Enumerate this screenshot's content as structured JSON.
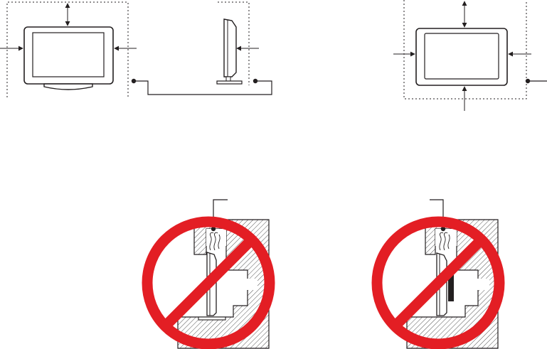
{
  "figure": {
    "panels": [
      {
        "id": "stand-front",
        "subject": "tv-on-stand-front-view",
        "clearance_sides": [
          "top",
          "left",
          "right"
        ]
      },
      {
        "id": "stand-side",
        "subject": "tv-on-stand-side-view",
        "clearance_sides": [
          "back"
        ]
      },
      {
        "id": "wall-mount",
        "subject": "tv-wall-mounted-front-view",
        "clearance_sides": [
          "top",
          "left",
          "right",
          "bottom"
        ]
      },
      {
        "id": "prohibited-stand",
        "subject": "tv-on-stand-enclosed-in-cabinet",
        "status": "prohibited"
      },
      {
        "id": "prohibited-wall",
        "subject": "tv-wall-mounted-enclosed-in-recess",
        "status": "prohibited"
      }
    ],
    "colors": {
      "line": "#231f20",
      "prohibition": "#e31e24",
      "hatch": "#555555",
      "background": "#ffffff"
    },
    "icons": [
      "air-flow-icon",
      "prohibition-sign-icon"
    ]
  }
}
